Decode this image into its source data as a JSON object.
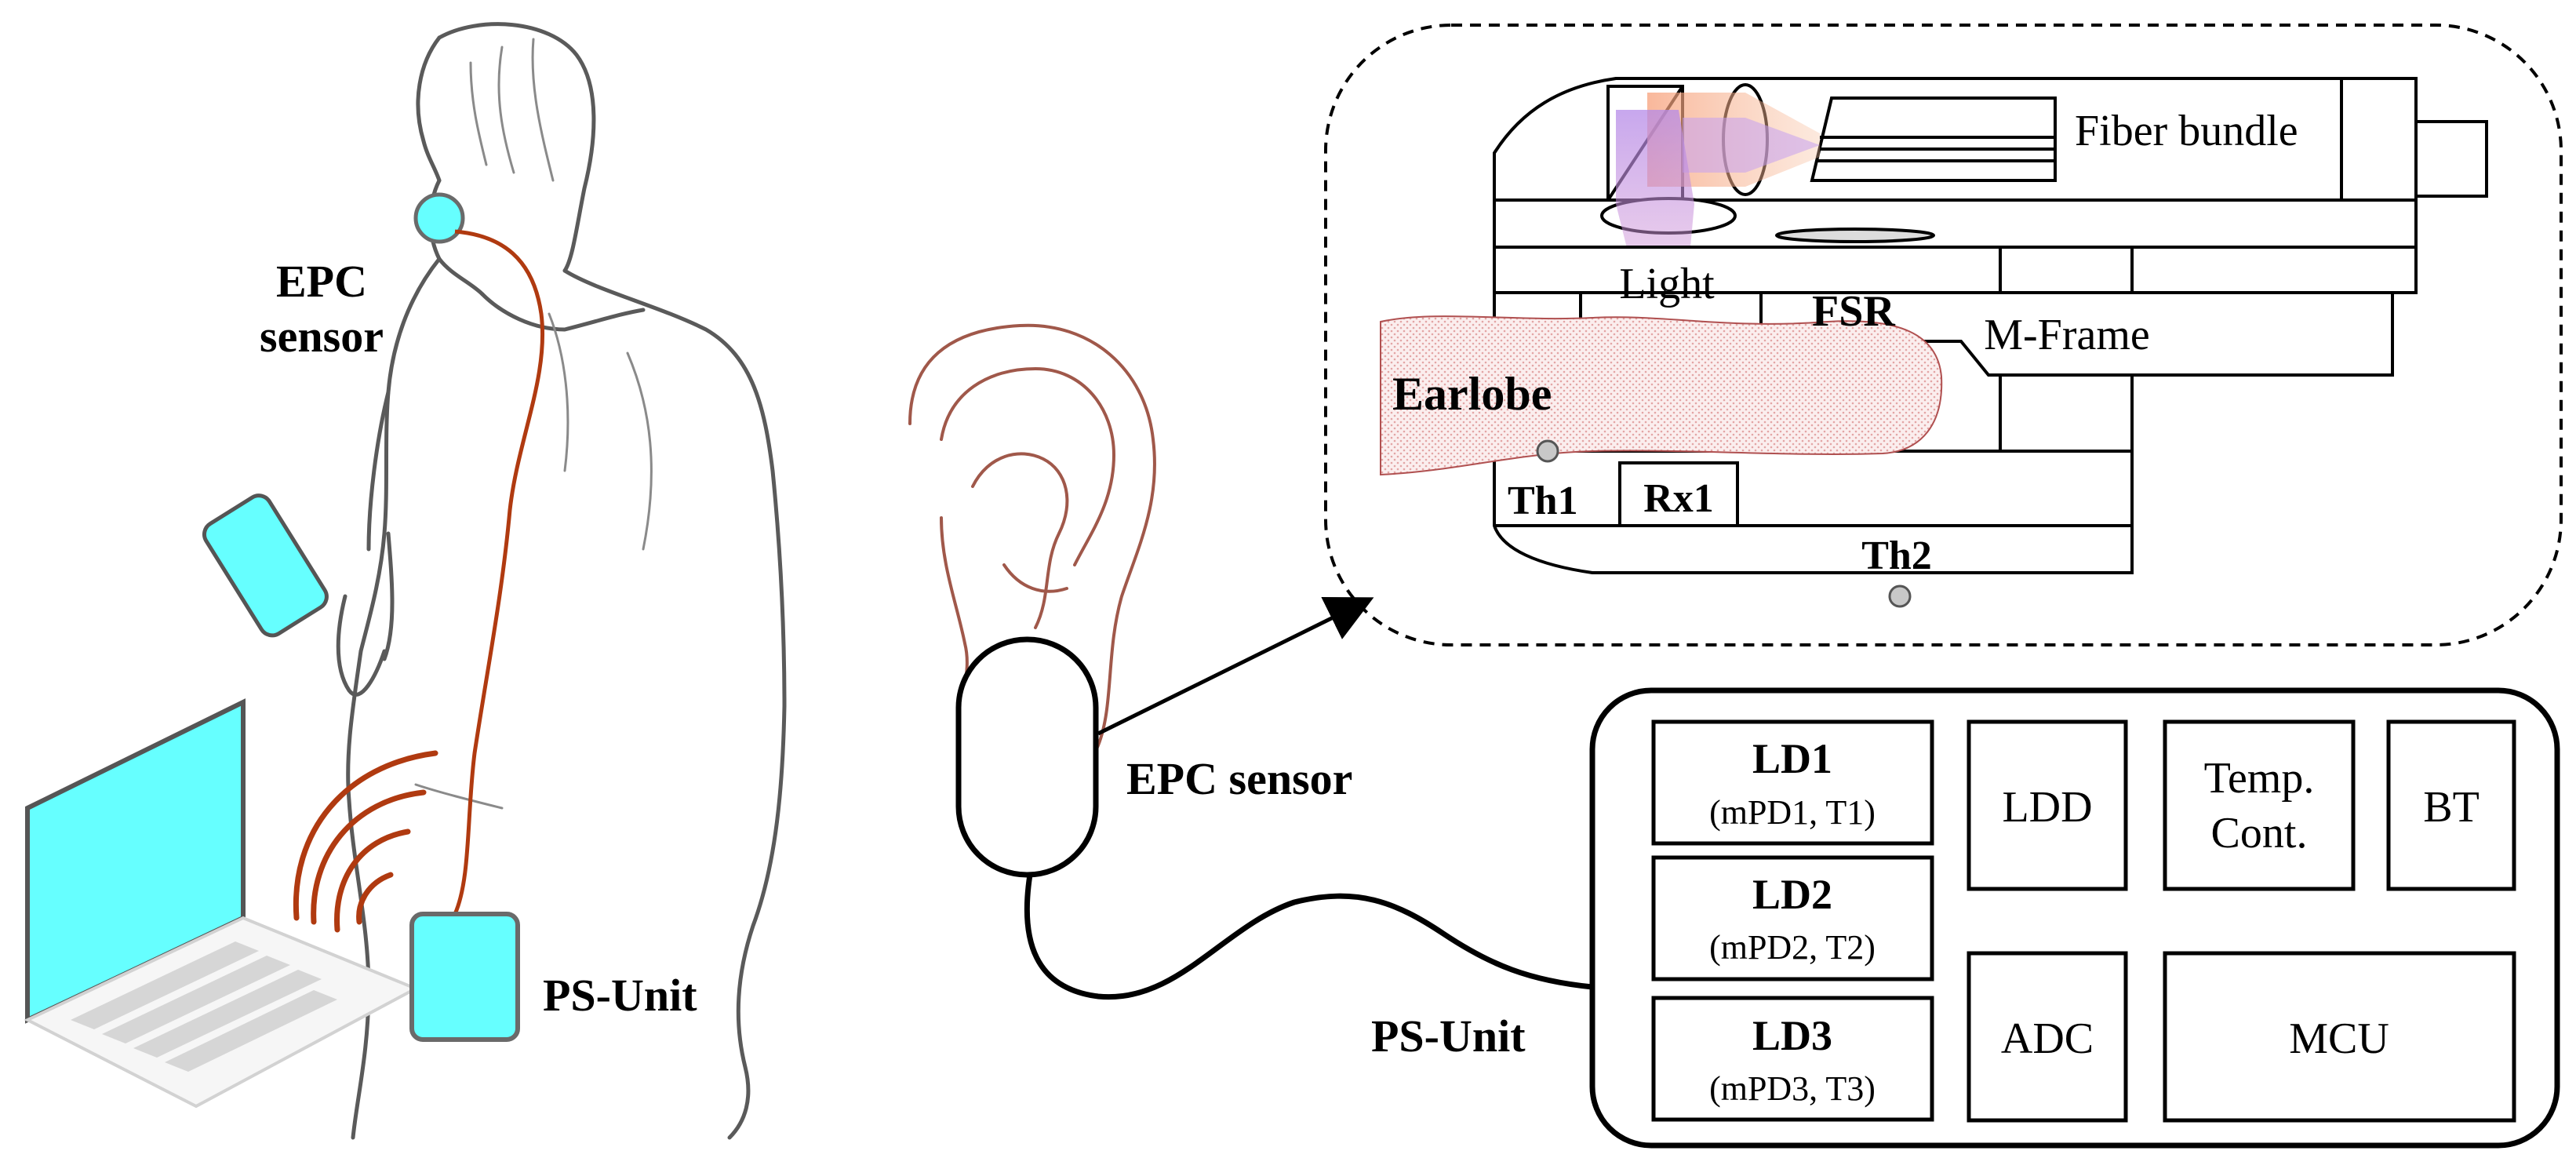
{
  "colors": {
    "device_fill": "#66ffff",
    "cable": "#b03a10",
    "wireless": "#b03a10",
    "outline": "#555555",
    "skin_dots": "#e8b4b4",
    "light_beam_red": "#f5a07a",
    "light_beam_purple": "#b98be8",
    "ear": "#a0584a",
    "sensor_gray": "#c8c8c8"
  },
  "icons": [
    "person-outline",
    "smartphone-icon",
    "laptop-icon",
    "wireless-signal-icon",
    "ear-outline"
  ],
  "left_scene": {
    "epc_label_line1": "EPC",
    "epc_label_line2": "sensor",
    "ps_unit_label": "PS-Unit"
  },
  "middle": {
    "epc_label": "EPC sensor",
    "ps_unit_label": "PS-Unit"
  },
  "sensor_detail": {
    "fiber_bundle": "Fiber bundle",
    "light": "Light",
    "fsr": "FSR",
    "m_frame": "M-Frame",
    "earlobe": "Earlobe",
    "th1": "Th1",
    "rx1": "Rx1",
    "th2": "Th2"
  },
  "ps_unit_blocks": {
    "ld1_title": "LD1",
    "ld1_sub": "(mPD1,  T1)",
    "ld2_title": "LD2",
    "ld2_sub": "(mPD2,  T2)",
    "ld3_title": "LD3",
    "ld3_sub": "(mPD3,  T3)",
    "ldd": "LDD",
    "temp_line1": "Temp.",
    "temp_line2": "Cont.",
    "bt": "BT",
    "adc": "ADC",
    "mcu": "MCU"
  }
}
